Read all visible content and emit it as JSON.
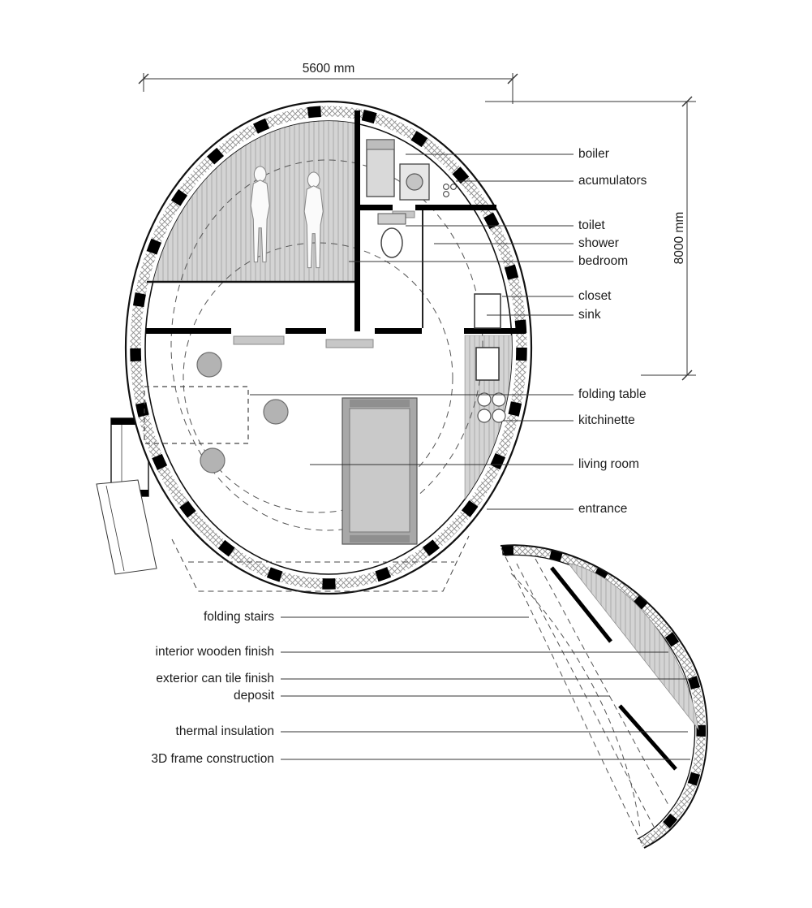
{
  "dimensions": {
    "width_label": "5600 mm",
    "height_label": "8000 mm"
  },
  "labels": {
    "right": [
      {
        "text": "boiler"
      },
      {
        "text": "acumulators"
      },
      {
        "text": "toilet"
      },
      {
        "text": "shower"
      },
      {
        "text": "bedroom"
      },
      {
        "text": "closet"
      },
      {
        "text": "sink"
      },
      {
        "text": "folding table"
      },
      {
        "text": "kitchinette"
      },
      {
        "text": "living room"
      },
      {
        "text": "entrance"
      }
    ],
    "left": [
      {
        "text": "folding stairs"
      },
      {
        "text": "interior wooden finish"
      },
      {
        "text": "exterior can tile finish"
      },
      {
        "text": "deposit"
      },
      {
        "text": "thermal insulation"
      },
      {
        "text": "3D frame construction"
      }
    ]
  },
  "colors": {
    "ink": "#111111",
    "leader": "#333333",
    "floor_gray": "#d4d4d4",
    "furniture_gray": "#b3b3b3"
  }
}
